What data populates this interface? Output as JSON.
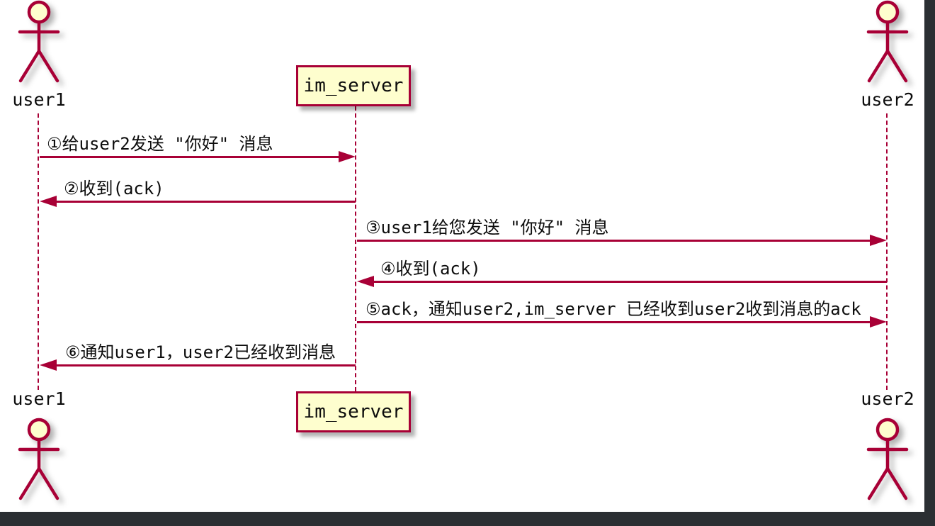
{
  "diagram": {
    "type": "sequence",
    "colors": {
      "accent": "#a80036",
      "participant_fill": "#fefece",
      "background": "#ffffff",
      "window_edge": "#2b2f33",
      "text": "#0c0c0c"
    },
    "participants": {
      "user1": {
        "label": "user1",
        "kind": "actor"
      },
      "im_server": {
        "label": "im_server",
        "kind": "participant"
      },
      "user2": {
        "label": "user2",
        "kind": "actor"
      }
    },
    "messages": [
      {
        "seq": "1",
        "from": "user1",
        "to": "im_server",
        "label": "①给user2发送 \"你好\" 消息"
      },
      {
        "seq": "2",
        "from": "im_server",
        "to": "user1",
        "label": "②收到(ack)"
      },
      {
        "seq": "3",
        "from": "im_server",
        "to": "user2",
        "label": "③user1给您发送 \"你好\" 消息"
      },
      {
        "seq": "4",
        "from": "user2",
        "to": "im_server",
        "label": "④收到(ack)"
      },
      {
        "seq": "5",
        "from": "im_server",
        "to": "user2",
        "label": "⑤ack，通知user2,im_server 已经收到user2收到消息的ack"
      },
      {
        "seq": "6",
        "from": "im_server",
        "to": "user1",
        "label": "⑥通知user1，user2已经收到消息"
      }
    ]
  }
}
